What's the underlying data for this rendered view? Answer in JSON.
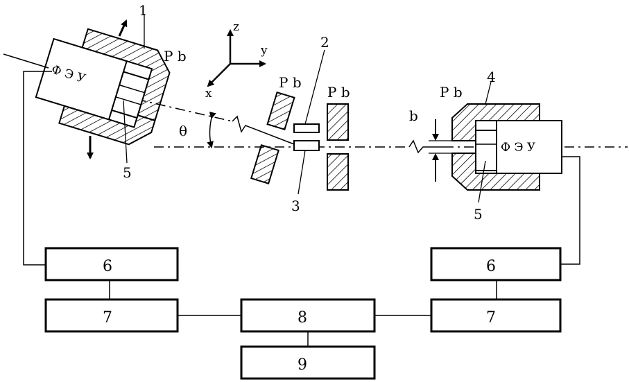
{
  "labels": {
    "n1": "1",
    "n2": "2",
    "n3": "3",
    "n4": "4",
    "n5_left": "5",
    "n5_right": "5",
    "pb_left": "P b",
    "pb_mid1": "P b",
    "pb_mid2": "P b",
    "pb_right": "P b",
    "pmt_left": "Ф Э У",
    "pmt_right": "Ф Э У",
    "theta": "θ",
    "b": "b",
    "axis_x": "x",
    "axis_y": "y",
    "axis_z": "z"
  },
  "blocks": {
    "b6_left": "6",
    "b7_left": "7",
    "b6_right": "6",
    "b7_right": "7",
    "b8": "8",
    "b9": "9"
  }
}
